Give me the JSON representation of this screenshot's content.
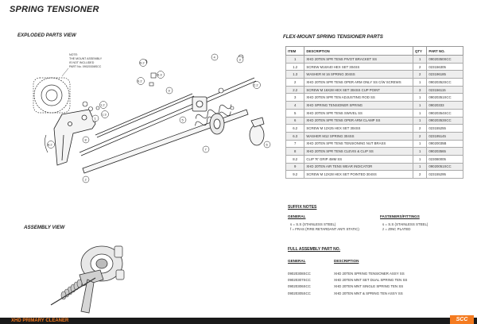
{
  "page_title": "SPRING TENSIONER",
  "exploded_label": "EXPLODED PARTS VIEW",
  "assembly_label": "ASSEMBLY VIEW",
  "note_text": [
    "NOTE:",
    "THE MOUNT ASSEMBLY",
    "IS NOT INCLUDED",
    "PART No. 09020308SCC"
  ],
  "callouts": [
    "6.2",
    "6.3",
    "9.2",
    "9",
    "1",
    "1.2",
    "1.3",
    "8",
    "8.2",
    "2",
    "5",
    "7",
    "4",
    "3",
    "2.2",
    "6"
  ],
  "parts_table": {
    "title": "FLEX-MOUNT SPRING TENSIONER PARTS",
    "headers": [
      "ITEM",
      "DESCRIPTION",
      "QTY",
      "PART NO."
    ],
    "rows": [
      [
        "1",
        "XHD 20TEN SPR TENS PIVOT BRACKET SS",
        "1",
        "09020350SCC"
      ],
      [
        "1.2",
        "SCREW M16X40 HEX SET 304SS",
        "2",
        "023156305"
      ],
      [
        "1.3",
        "WASHER M 16 SPRING 304SS",
        "2",
        "023196185"
      ],
      [
        "2",
        "XHD 20TEN SPR TENS OPER ARM ONLY SS C/W SCREWS",
        "1",
        "09020352SCC"
      ],
      [
        "2.2",
        "SCREW M 16X28 HEX SET 304SS CUP POINT",
        "3",
        "023156115"
      ],
      [
        "3",
        "XHD 20TEN SPR TEN ADJUSTING ROD SS",
        "1",
        "09020351SCC"
      ],
      [
        "4",
        "XHD SPRING TENSIONER SPRING",
        "1",
        "09020333"
      ],
      [
        "5",
        "XHD 20TEN SPR TENS SWIVEL SS",
        "1",
        "09020354SCC"
      ],
      [
        "6",
        "XHD 20TEN SPR TENS OPER ARM CLAMP SS",
        "1",
        "09020353SCC"
      ],
      [
        "6.2",
        "SCREW M 12X25 HEX SET 304SS",
        "2",
        "023155255"
      ],
      [
        "6.3",
        "WASHER M12 SPRING 304SS",
        "2",
        "023195145"
      ],
      [
        "7",
        "XHD 20TEN SPR TENS TENSIONING NUT BRASS",
        "1",
        "09020035B"
      ],
      [
        "8",
        "XHD 20TEN SPR TENS CLEVIS & CLIP SS",
        "1",
        "090203565"
      ],
      [
        "8.2",
        "CLIP 'R' GRIP 4MM SS",
        "1",
        "023080005"
      ],
      [
        "9",
        "XHD 20TEN AIR TENS WEAR INDICATOR",
        "1",
        "09020051SCC"
      ],
      [
        "9.2",
        "SCREW M 12X28 HEX SET POINTED 304SS",
        "2",
        "023155295"
      ]
    ]
  },
  "suffix_notes": {
    "title": "SUFFIX NOTES",
    "general_label": "GENERAL",
    "general_items": [
      "s  = S.S (STAINLESS STEEL)",
      "f  = FRAS (FIRE RETARDANT ANTI STATIC)"
    ],
    "fasteners_label": "FASTENERS/FITTINGS",
    "fasteners_items": [
      "s  = S.S (STAINLESS STEEL)",
      "z  = ZINC PLATED"
    ]
  },
  "full_assembly": {
    "title": "FULL ASSEMBLY PART NO.",
    "general_label": "GENERAL",
    "description_label": "DESCRIPTION",
    "rows": [
      [
        "09020308SCC",
        "XHD 20TEN SPRING TENSIONER ASSY SS"
      ],
      [
        "09020307SCC",
        "XHD 20TEN MNT SET DUAL SPRING TEN SS"
      ],
      [
        "09020306SCC",
        "XHD 20TEN MNT SINGLE SPRING TEN SS"
      ],
      [
        "09020305SCC",
        "XHD 20TEN MNT & SPRING TEN ASSY SS"
      ]
    ]
  },
  "footer": {
    "text": "XHD PRIMARY CLEANER",
    "logo": "SCC"
  },
  "colors": {
    "accent": "#f47b20",
    "footer_bg": "#1a1a1a"
  }
}
